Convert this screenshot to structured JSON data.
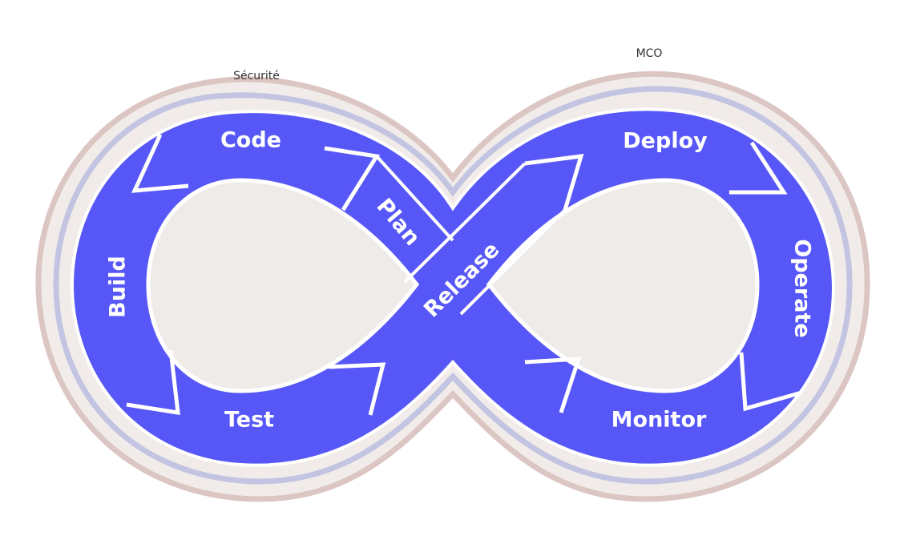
{
  "rings": {
    "securite_label": "Sécurité",
    "mco_label": "MCO"
  },
  "stages": {
    "plan": "Plan",
    "code": "Code",
    "build": "Build",
    "test": "Test",
    "release": "Release",
    "deploy": "Deploy",
    "operate": "Operate",
    "monitor": "Monitor"
  },
  "colors": {
    "loop_fill": "#5757f8",
    "inner_fill": "#efebe8",
    "ring_outer": "#dcc6c3",
    "ring_band": "#f1ece9",
    "ring_lavender": "#c3c4e2"
  }
}
